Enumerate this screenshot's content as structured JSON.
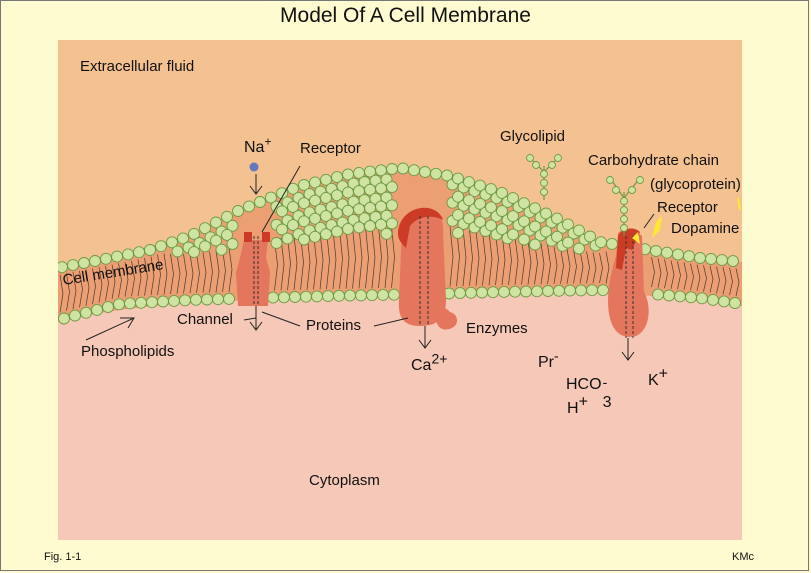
{
  "title": "Model Of A Cell Membrane",
  "labels": {
    "extracellular": "Extracellular fluid",
    "na": "Na",
    "na_sup": "+",
    "receptor_left": "Receptor",
    "glycolipid": "Glycolipid",
    "carb_chain": "Carbohydrate chain",
    "glycoprotein": "(glycoprotein)",
    "receptor_right": "Receptor",
    "dopamine": "Dopamine",
    "cell_membrane": "Cell membrane",
    "channel": "Channel",
    "proteins": "Proteins",
    "enzymes": "Enzymes",
    "phospholipids": "Phospholipids",
    "ca": "Ca",
    "ca_sup": "2+",
    "pr": "Pr",
    "pr_sup": "-",
    "hco": "HCO",
    "hco_sup": "-",
    "hco_sub": "3",
    "k": "K",
    "k_sup": "+",
    "h": "H",
    "h_sup": "+",
    "cytoplasm": "Cytoplasm",
    "fig": "Fig. 1-1",
    "credit": "KMc"
  },
  "colors": {
    "background": "#fdfbcf",
    "extracellular": "#f4c291",
    "cytoplasm": "#f6c8b7",
    "membrane_core": "#eb9f73",
    "lipid_head": "#cfe4a2",
    "lipid_outline": "#6f9a45",
    "protein": "#e4765e",
    "protein_cap": "#cc3b25",
    "sodium_ion": "#6677bb",
    "dopamine": "#ffe733"
  }
}
